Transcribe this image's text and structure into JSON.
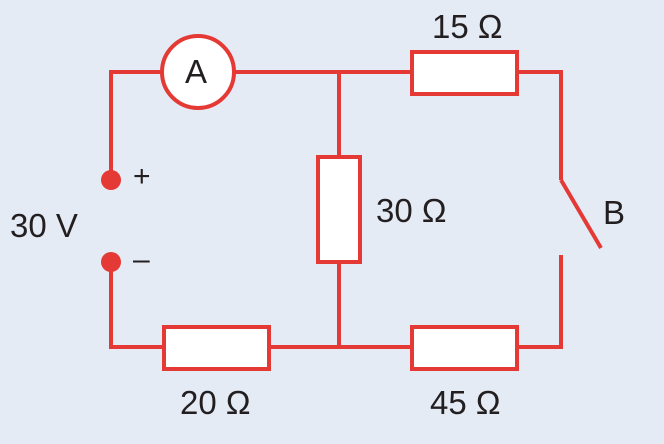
{
  "labels": {
    "source_voltage": "30 V",
    "positive": "+",
    "negative": "–",
    "ammeter": "A",
    "switch": "B",
    "r_top": "15 Ω",
    "r_middle": "30 Ω",
    "r_bottom_left": "20 Ω",
    "r_bottom_right": "45 Ω"
  },
  "colors": {
    "wire": "#e53935",
    "resistor_fill": "#ffffff",
    "background": "#e4ebf5",
    "text": "#231f20"
  }
}
